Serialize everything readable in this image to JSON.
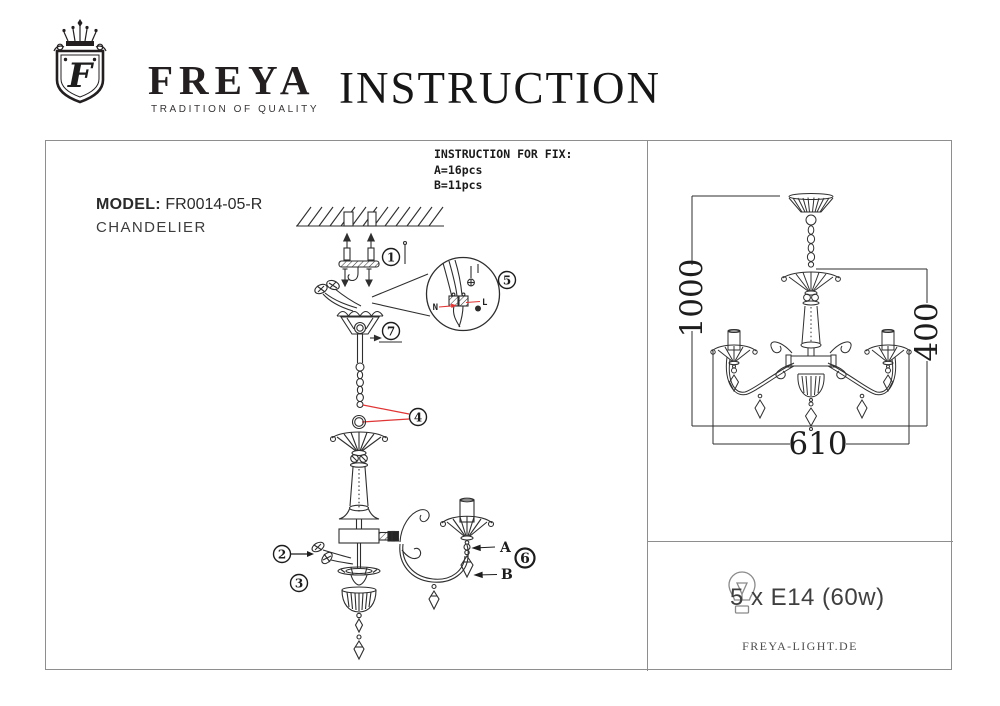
{
  "header": {
    "brand": "FREYA",
    "tagline": "TRADITION OF QUALITY",
    "monogram": "F",
    "title": "INSTRUCTION"
  },
  "model": {
    "label": "MODEL:",
    "number": "FR0014-05-R",
    "product": "CHANDELIER"
  },
  "fix_info": {
    "title": "INSTRUCTION FOR FIX:",
    "a_count": "A=16pcs",
    "b_count": "B=11pcs"
  },
  "steps": {
    "s1": "1",
    "s2": "2",
    "s3": "3",
    "s4": "4",
    "s5": "5",
    "s6": "6",
    "s7": "7"
  },
  "wiring": {
    "neutral": "N",
    "live": "L"
  },
  "part_labels": {
    "a": "A",
    "b": "B"
  },
  "dimensions": {
    "overall_height": "1000",
    "body_height": "400",
    "width": "610"
  },
  "lamp": {
    "spec": "5 x E14 (60w)"
  },
  "footer": {
    "website": "FREYA-LIGHT.DE"
  },
  "colors": {
    "line": "#2e2e2e",
    "frame": "#8e8e8e",
    "accent_red": "#e03535"
  }
}
